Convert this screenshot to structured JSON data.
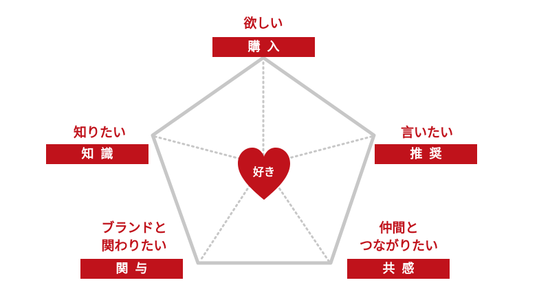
{
  "center": {
    "label": "好き"
  },
  "nodes": {
    "top": {
      "caption": "欲しい",
      "box": "購入"
    },
    "upper_left": {
      "caption": "知りたい",
      "box": "知識"
    },
    "upper_right": {
      "caption": "言いたい",
      "box": "推奨"
    },
    "lower_left": {
      "caption_line1": "ブランドと",
      "caption_line2": "関わりたい",
      "box": "関与"
    },
    "lower_right": {
      "caption_line1": "仲間と",
      "caption_line2": "つながりたい",
      "box": "共感"
    }
  },
  "colors": {
    "accent": "#c0121b",
    "outline": "#c7c7c7"
  }
}
